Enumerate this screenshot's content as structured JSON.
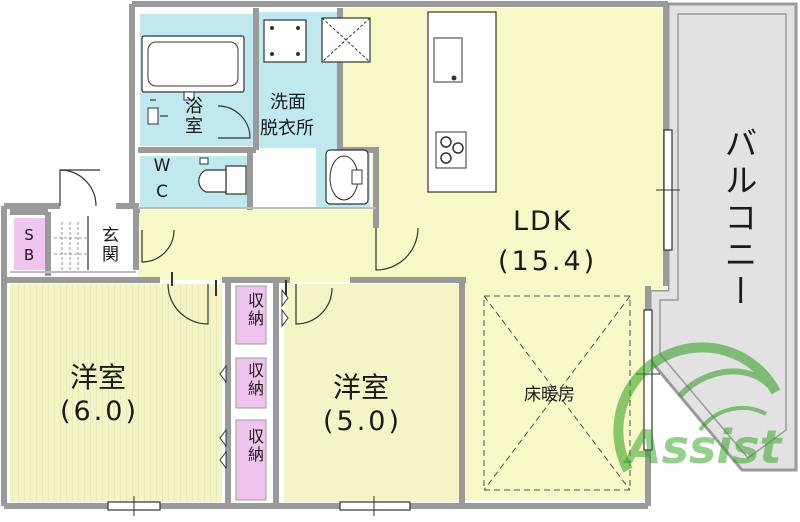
{
  "rooms": {
    "ldk": {
      "name": "LDK",
      "size": "(15.4)",
      "floor_heating": "床暖房"
    },
    "western_left": {
      "name": "洋室",
      "size": "(6.0)"
    },
    "western_right": {
      "name": "洋室",
      "size": "(5.0)"
    },
    "balcony": {
      "name": "バルコニー"
    },
    "bath": {
      "name": "浴室"
    },
    "washroom": {
      "line1": "洗面",
      "line2": "脱衣所"
    },
    "wc": {
      "name": "WC"
    },
    "entrance": {
      "name": "玄関"
    },
    "shoebox": {
      "name": "SB"
    },
    "storage_top": {
      "name": "収納"
    },
    "storage_mid": {
      "name": "収納"
    },
    "storage_bottom": {
      "name": "収納"
    }
  },
  "watermark": {
    "text": "Assist"
  },
  "colors": {
    "ldk_fill": "#f7f7c8",
    "western_fill": "#f4f4c6",
    "wet_area_fill": "#bfe8ef",
    "storage_fill": "#efc4ef",
    "balcony_fill": "#e4e4e4",
    "wall": "#9a9a9a",
    "watermark_green": "#2e9e1e"
  }
}
